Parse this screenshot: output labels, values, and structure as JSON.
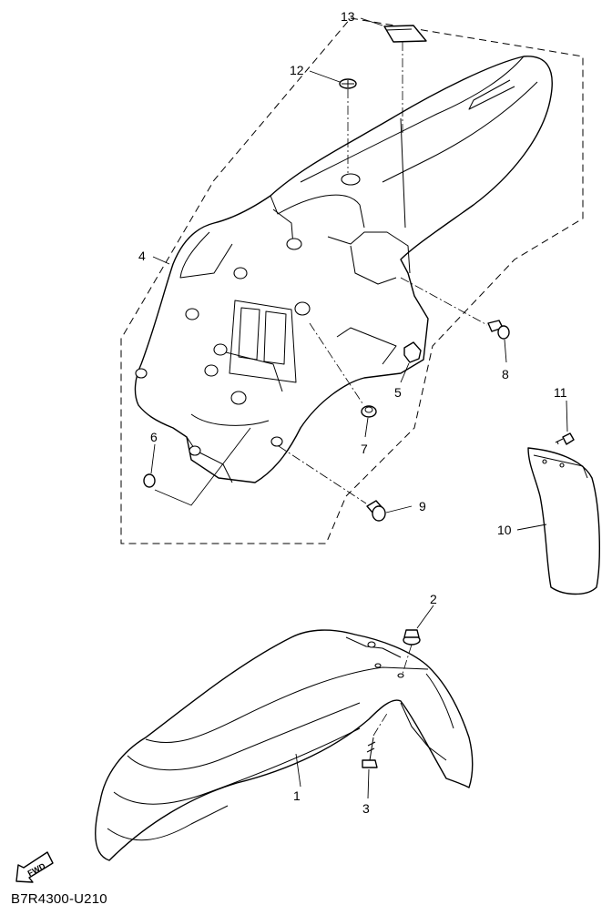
{
  "diagram_code": "B7R4300-U210",
  "fwd_label": "FWD",
  "callouts": {
    "c1": "1",
    "c2": "2",
    "c3": "3",
    "c4": "4",
    "c5": "5",
    "c6": "6",
    "c7": "7",
    "c8": "8",
    "c9": "9",
    "c10": "10",
    "c11": "11",
    "c12": "12",
    "c13": "13"
  },
  "icons": {
    "direction": "fwd-arrow-icon"
  }
}
